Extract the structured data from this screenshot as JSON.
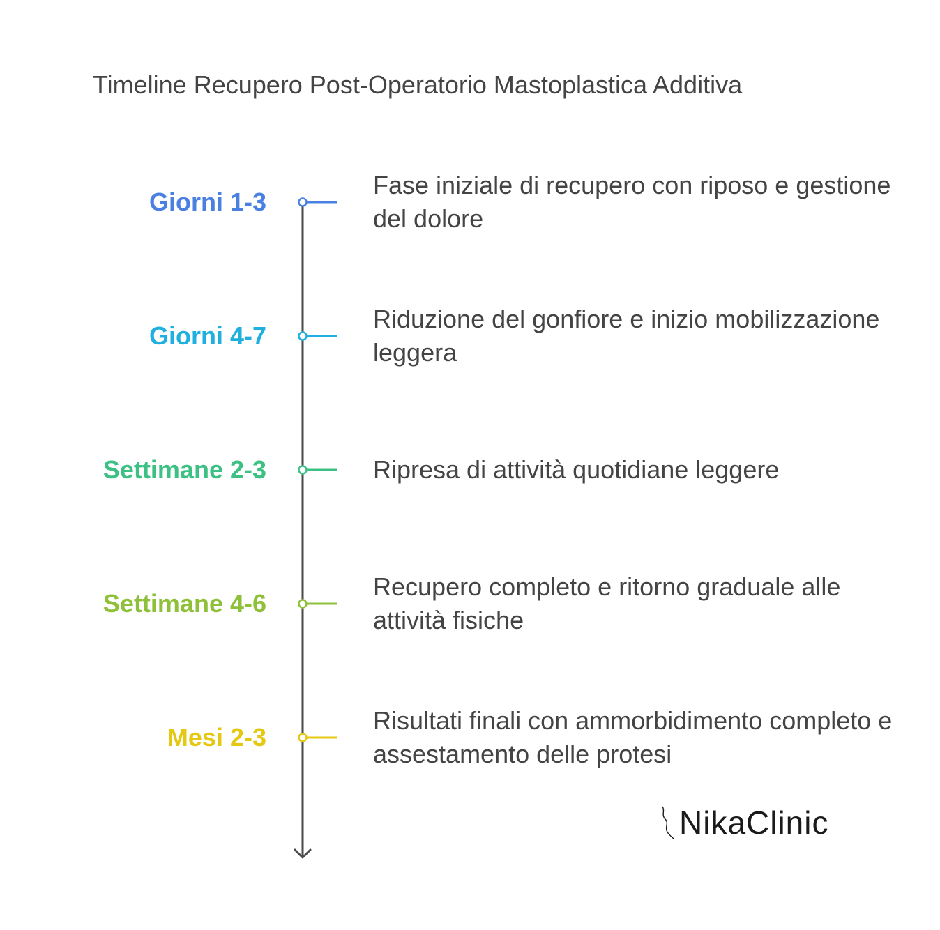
{
  "title": "Timeline Recupero Post-Operatorio Mastoplastica Additiva",
  "stages": [
    {
      "label": "Giorni 1-3",
      "description": "Fase iniziale di recupero con riposo e gestione del dolore",
      "color": "#4a80e2"
    },
    {
      "label": "Giorni 4-7",
      "description": "Riduzione del gonfiore e inizio mobilizzazione leggera",
      "color": "#1fb0e0"
    },
    {
      "label": "Settimane 2-3",
      "description": "Ripresa di attività quotidiane leggere",
      "color": "#3cc084"
    },
    {
      "label": "Settimane 4-6",
      "description": "Recupero completo e ritorno graduale alle attività fisiche",
      "color": "#8fc03a"
    },
    {
      "label": "Mesi 2-3",
      "description": "Risultati finali con ammorbidimento completo e assestamento delle protesi",
      "color": "#e5c811"
    }
  ],
  "axis_color": "#4a4a4a",
  "logo": {
    "text": "NikaClinic"
  }
}
